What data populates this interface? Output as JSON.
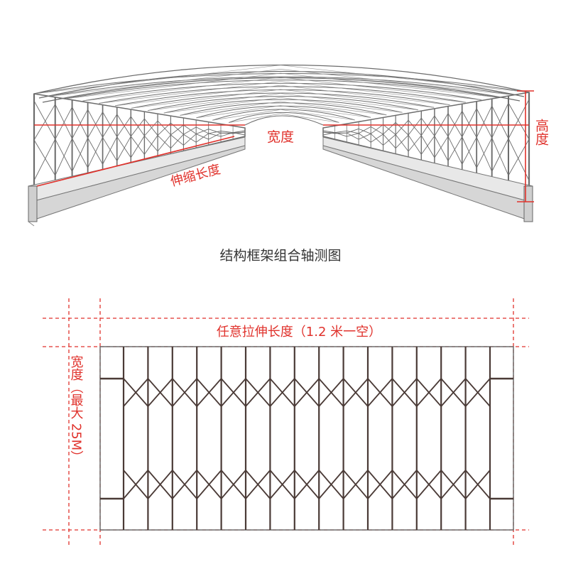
{
  "axonometric": {
    "labels": {
      "width": "宽度",
      "height": "高度",
      "retract_length": "伸缩长度"
    },
    "caption": "结构框架组合轴测图"
  },
  "plan": {
    "length_label": "任意拉伸长度（1.2 米一空）",
    "width_label": "宽度（最大 25M）"
  },
  "colors": {
    "dimension_red": "#e0322c",
    "frame_dark": "#4a3a36",
    "frame_grey": "#6c6c6c"
  }
}
